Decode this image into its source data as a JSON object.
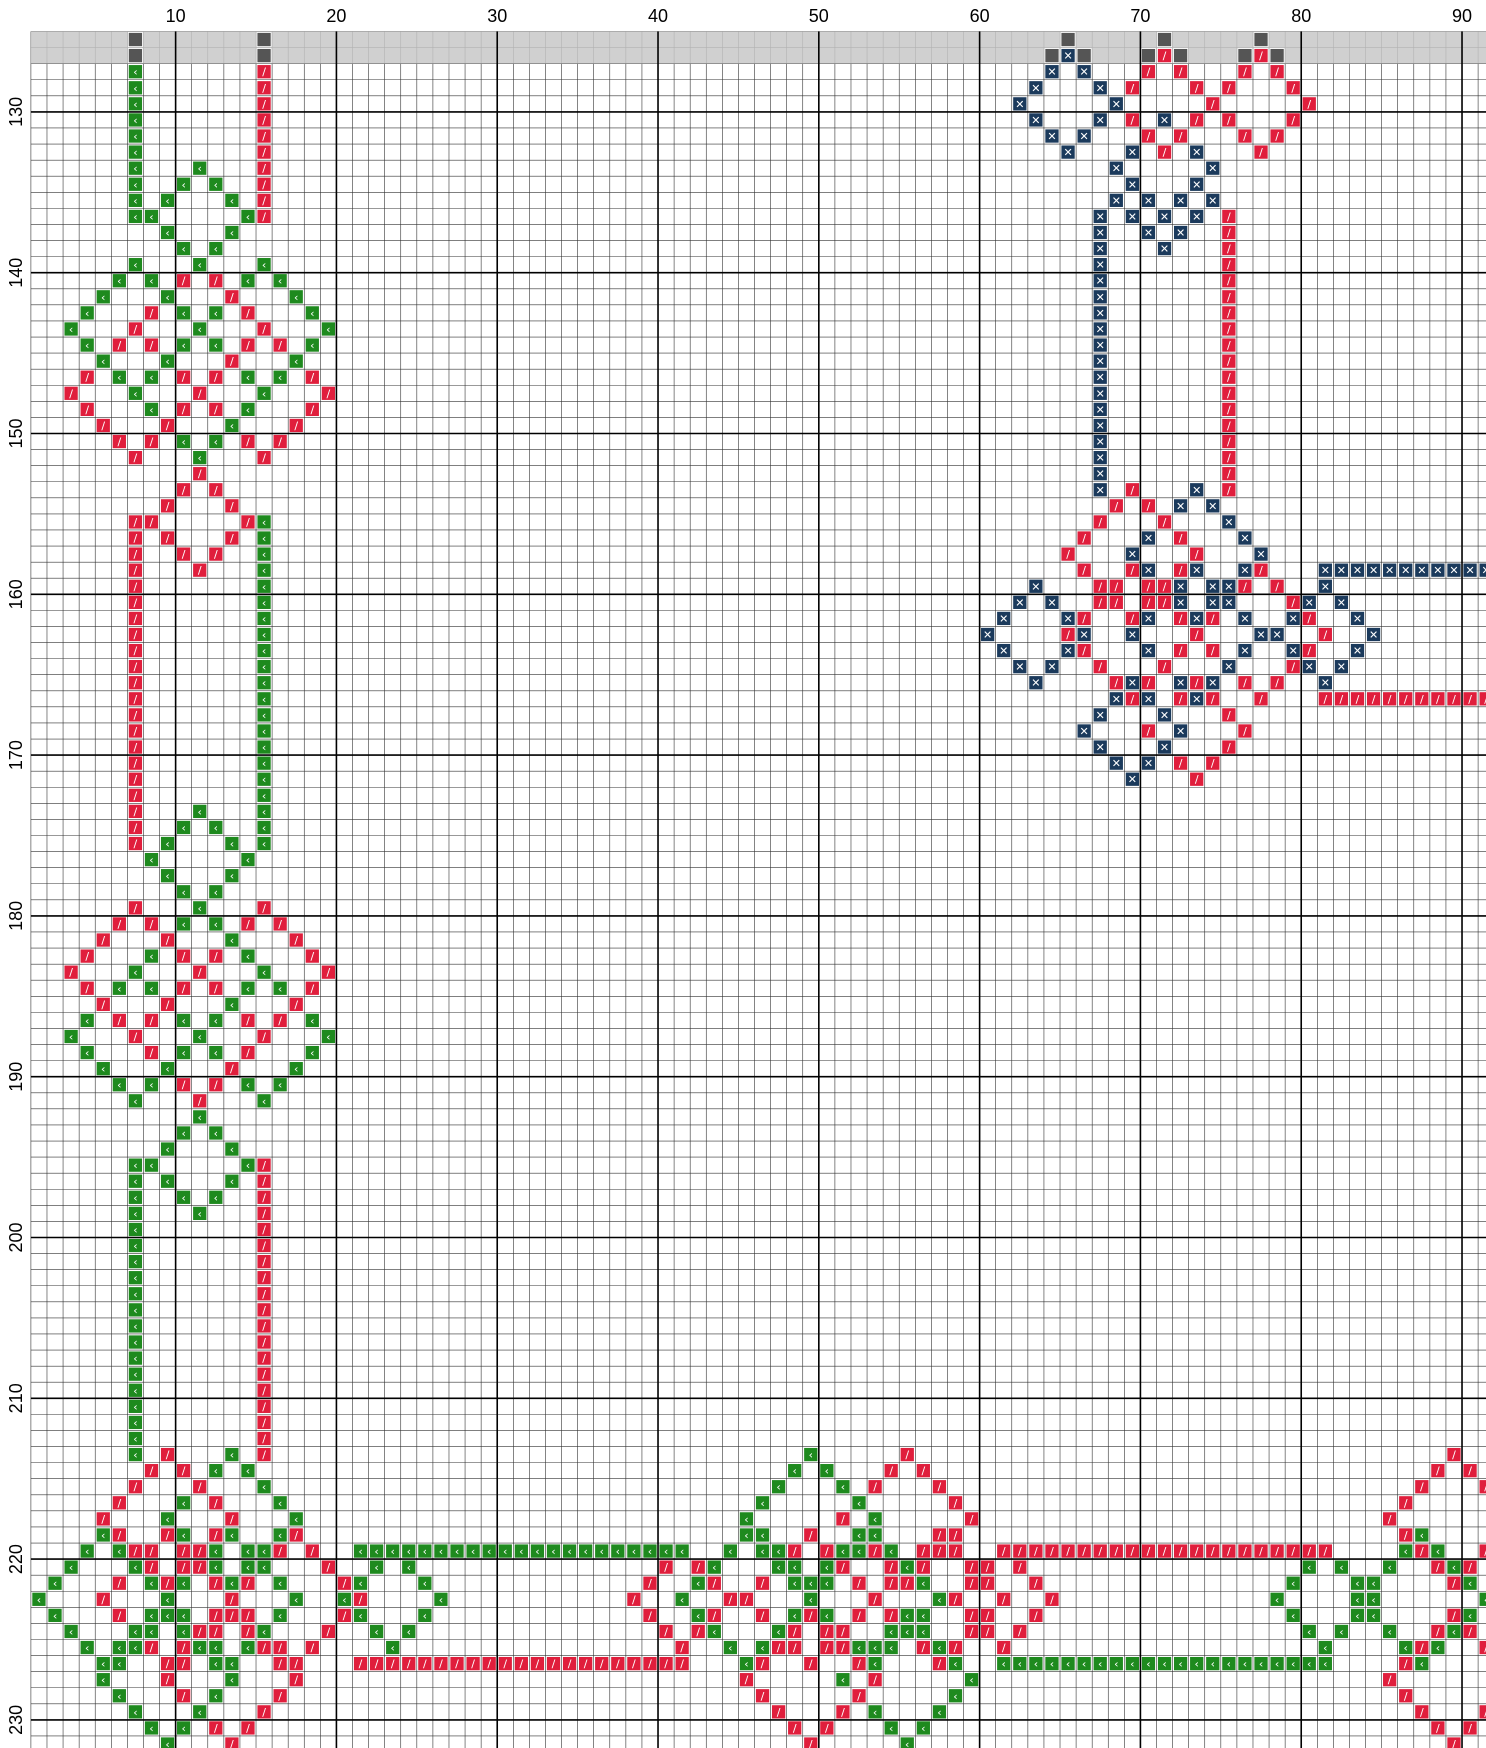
{
  "chart": {
    "title": "",
    "columns": {
      "from": 2,
      "to": 92,
      "major_every": 10,
      "labels": [
        "10",
        "20",
        "30",
        "40",
        "50",
        "60",
        "70",
        "80",
        "90"
      ]
    },
    "rows": {
      "from": 126,
      "to": 233,
      "major_every": 10,
      "labels": [
        "130",
        "140",
        "150",
        "160",
        "170",
        "180",
        "190",
        "200",
        "210",
        "220",
        "230"
      ]
    },
    "grid_line_color": "#333333",
    "header_band_color": "#c8c8c8"
  },
  "palette": {
    "green": {
      "color": "#1e8a1e",
      "symbol": "‹"
    },
    "red": {
      "color": "#e01e3c",
      "symbol": "/"
    },
    "navy": {
      "color": "#1b3a5c",
      "symbol": "✕"
    },
    "gray": {
      "color": "#555555",
      "symbol": ""
    }
  },
  "chart_data": {
    "type": "heatmap",
    "title": "",
    "x_range": [
      2,
      92
    ],
    "y_range": [
      126,
      233
    ],
    "x_ticks": [
      10,
      20,
      30,
      40,
      50,
      60,
      70,
      80,
      90
    ],
    "y_ticks": [
      130,
      140,
      150,
      160,
      170,
      180,
      190,
      200,
      210,
      220,
      230
    ],
    "grid": true,
    "header_stitches": [
      [
        "gray",
        8,
        126
      ],
      [
        "gray",
        8,
        127
      ],
      [
        "gray",
        16,
        126
      ],
      [
        "gray",
        16,
        127
      ],
      [
        "gray",
        66,
        126
      ],
      [
        "gray",
        65,
        127
      ],
      [
        "gray",
        67,
        127
      ],
      [
        "gray",
        72,
        126
      ],
      [
        "gray",
        71,
        127
      ],
      [
        "gray",
        73,
        127
      ],
      [
        "gray",
        78,
        126
      ],
      [
        "gray",
        77,
        127
      ],
      [
        "gray",
        79,
        127
      ]
    ],
    "lines": [
      [
        "green",
        8,
        128,
        8,
        137
      ],
      [
        "red",
        16,
        128,
        16,
        137
      ],
      [
        "red",
        8,
        156,
        8,
        176
      ],
      [
        "green",
        16,
        156,
        16,
        176
      ],
      [
        "green",
        8,
        196,
        8,
        214
      ],
      [
        "red",
        16,
        196,
        16,
        214
      ],
      [
        "navy",
        68,
        137,
        68,
        154
      ],
      [
        "red",
        76,
        137,
        76,
        154
      ],
      [
        "navy",
        82,
        159,
        92,
        159
      ],
      [
        "red",
        82,
        167,
        92,
        167
      ],
      [
        "green",
        22,
        220,
        42,
        220
      ],
      [
        "red",
        22,
        227,
        42,
        227
      ],
      [
        "red",
        62,
        220,
        82,
        220
      ],
      [
        "green",
        62,
        227,
        82,
        227
      ]
    ],
    "diamonds": [
      [
        "green",
        12,
        137,
        3
      ],
      [
        "red",
        12,
        137,
        3,
        "lower"
      ],
      [
        "green",
        8,
        144,
        4
      ],
      [
        "red",
        12,
        144,
        4
      ],
      [
        "green",
        16,
        144,
        4
      ],
      [
        "red",
        8,
        148,
        4
      ],
      [
        "green",
        12,
        148,
        4
      ],
      [
        "red",
        16,
        148,
        4
      ],
      [
        "red",
        12,
        156,
        3
      ],
      [
        "green",
        12,
        156,
        3,
        "lower"
      ],
      [
        "green",
        12,
        177,
        3
      ],
      [
        "red",
        12,
        177,
        3,
        "lower"
      ],
      [
        "red",
        8,
        184,
        4
      ],
      [
        "green",
        12,
        184,
        4
      ],
      [
        "red",
        16,
        184,
        4
      ],
      [
        "green",
        8,
        188,
        4
      ],
      [
        "red",
        12,
        188,
        4
      ],
      [
        "green",
        16,
        188,
        4
      ],
      [
        "green",
        12,
        196,
        3
      ],
      [
        "red",
        12,
        196,
        3,
        "lower"
      ],
      [
        "red",
        10,
        218,
        4
      ],
      [
        "green",
        14,
        218,
        4
      ],
      [
        "green",
        6,
        223,
        4
      ],
      [
        "red",
        10,
        223,
        4
      ],
      [
        "green",
        14,
        223,
        4
      ],
      [
        "red",
        18,
        223,
        4
      ],
      [
        "green",
        10,
        228,
        4
      ],
      [
        "red",
        14,
        228,
        4
      ],
      [
        "green",
        24,
        223,
        3
      ],
      [
        "red",
        42,
        223,
        3
      ],
      [
        "green",
        50,
        218,
        4
      ],
      [
        "red",
        56,
        218,
        4
      ],
      [
        "green",
        46,
        223,
        4
      ],
      [
        "red",
        50,
        223,
        4
      ],
      [
        "green",
        54,
        223,
        4
      ],
      [
        "red",
        58,
        223,
        4
      ],
      [
        "red",
        50,
        228,
        4
      ],
      [
        "green",
        56,
        228,
        4
      ],
      [
        "red",
        62,
        223,
        3
      ],
      [
        "green",
        82,
        223,
        3
      ],
      [
        "red",
        90,
        218,
        4
      ],
      [
        "green",
        88,
        223,
        4
      ],
      [
        "red",
        90,
        228,
        4
      ],
      [
        "navy",
        66,
        130,
        3
      ],
      [
        "red",
        72,
        130,
        3
      ],
      [
        "navy",
        72,
        134,
        3
      ],
      [
        "red",
        78,
        130,
        3
      ],
      [
        "navy",
        72,
        136,
        3,
        "lower"
      ],
      [
        "red",
        70,
        158,
        4
      ],
      [
        "navy",
        74,
        158,
        4
      ],
      [
        "navy",
        64,
        163,
        3
      ],
      [
        "red",
        70,
        163,
        4
      ],
      [
        "navy",
        74,
        163,
        4
      ],
      [
        "red",
        78,
        163,
        4
      ],
      [
        "navy",
        82,
        163,
        3
      ],
      [
        "navy",
        70,
        169,
        3
      ],
      [
        "red",
        74,
        169,
        3
      ]
    ]
  }
}
